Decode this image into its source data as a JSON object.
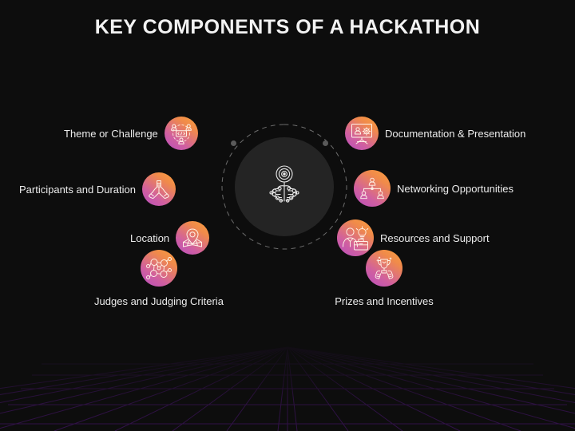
{
  "slide": {
    "title": "KEY COMPONENTS OF A HACKATHON",
    "background_color": "#0d0d0d",
    "title_color": "#f2f2f2",
    "label_color": "#ececec",
    "badge_gradient_from": "#f9a03c",
    "badge_gradient_to": "#b94fc0",
    "grid_color": "#7b17c4",
    "hub_disc_color": "#242424",
    "ring_dot_color": "#5a5a5a"
  },
  "hub": {
    "icon": "ai-brain-target-icon"
  },
  "components": [
    {
      "id": "theme-or-challenge",
      "label": "Theme or Challenge",
      "icon": "team-code-collaboration-icon",
      "side": "left"
    },
    {
      "id": "participants-and-duration",
      "label": "Participants and Duration",
      "icon": "handshake-icon",
      "side": "left"
    },
    {
      "id": "location",
      "label": "Location",
      "icon": "map-pin-icon",
      "side": "left"
    },
    {
      "id": "judges-and-judging-criteria",
      "label": "Judges and Judging Criteria",
      "icon": "network-nodes-icon",
      "side": "below"
    },
    {
      "id": "prizes-and-incentives",
      "label": "Prizes and Incentives",
      "icon": "trophy-in-hands-icon",
      "side": "below"
    },
    {
      "id": "resources-and-support",
      "label": "Resources and Support",
      "icon": "person-idea-briefcase-icon",
      "side": "right"
    },
    {
      "id": "networking-opportunities",
      "label": "Networking Opportunities",
      "icon": "people-network-icon",
      "side": "right"
    },
    {
      "id": "documentation-and-presentation",
      "label": "Documentation & Presentation",
      "icon": "presentation-board-icon",
      "side": "right"
    }
  ]
}
